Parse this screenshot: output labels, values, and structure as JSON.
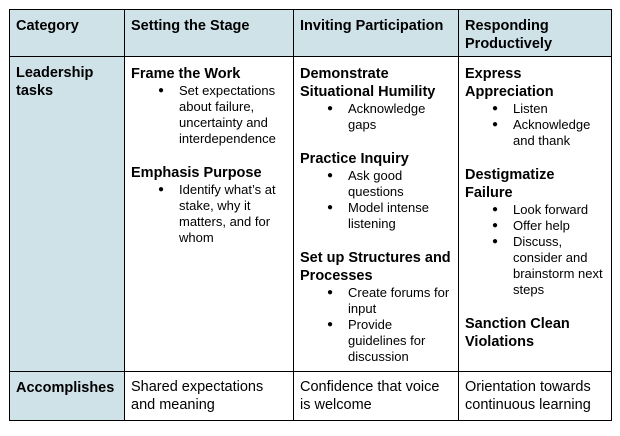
{
  "header": {
    "col1": "Category",
    "col2": "Setting the Stage",
    "col3": "Inviting Participation",
    "col4": "Responding Productively"
  },
  "row_tasks": {
    "label": "Leadership tasks",
    "stage": [
      {
        "heading": "Frame the Work",
        "items": [
          "Set expectations about failure, uncertainty and interdependence"
        ]
      },
      {
        "heading": "Emphasis Purpose",
        "items": [
          "Identify what’s at stake, why it matters, and for whom"
        ]
      }
    ],
    "participation": [
      {
        "heading": "Demonstrate Situational Humility",
        "items": [
          "Acknowledge gaps"
        ]
      },
      {
        "heading": "Practice Inquiry",
        "items": [
          "Ask good questions",
          "Model intense listening"
        ]
      },
      {
        "heading": "Set up Structures and Processes",
        "items": [
          "Create forums for input",
          "Provide guidelines for discussion"
        ]
      }
    ],
    "responding": [
      {
        "heading": "Express Appreciation",
        "items": [
          "Listen",
          "Acknowledge and thank"
        ]
      },
      {
        "heading": "Destigmatize Failure",
        "items": [
          "Look forward",
          "Offer help",
          "Discuss, consider and brainstorm next steps"
        ]
      },
      {
        "heading": "Sanction Clean Violations",
        "items": []
      }
    ]
  },
  "row_accomplishes": {
    "label": "Accomplishes",
    "stage": "Shared expectations and meaning",
    "participation": "Confidence that voice is welcome",
    "responding": "Orientation towards continuous learning"
  },
  "bullet_char": "●",
  "colors": {
    "header_bg": "#cfe2e8",
    "border": "#000000"
  }
}
